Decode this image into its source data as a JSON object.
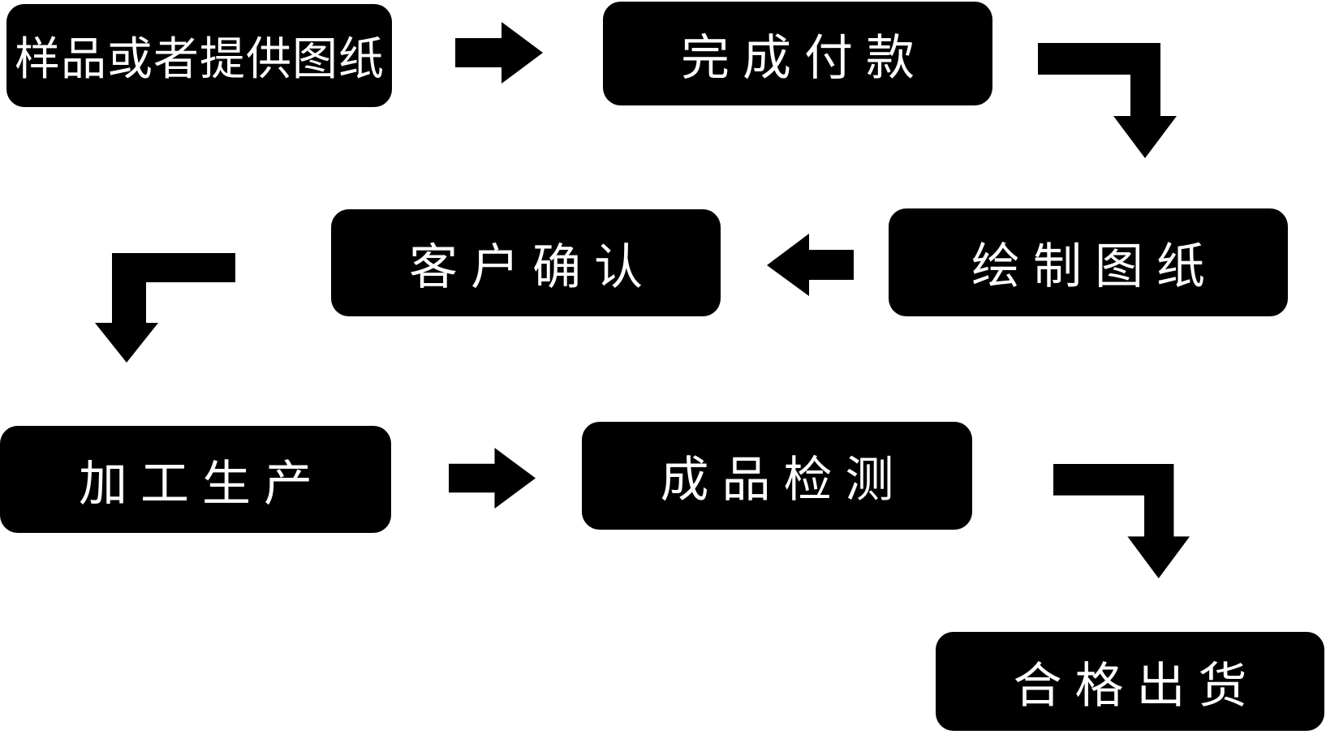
{
  "flow": {
    "steps": [
      {
        "label": "样品或者提供图纸"
      },
      {
        "label": "完成付款"
      },
      {
        "label": "绘制图纸"
      },
      {
        "label": "客户确认"
      },
      {
        "label": "加工生产"
      },
      {
        "label": "成品检测"
      },
      {
        "label": "合格出货"
      }
    ],
    "connectors": [
      {
        "from": 0,
        "to": 1,
        "shape": "arrow-right"
      },
      {
        "from": 1,
        "to": 2,
        "shape": "arrow-elbow-down-right"
      },
      {
        "from": 2,
        "to": 3,
        "shape": "arrow-left"
      },
      {
        "from": 3,
        "to": 4,
        "shape": "arrow-elbow-down-left"
      },
      {
        "from": 4,
        "to": 5,
        "shape": "arrow-right"
      },
      {
        "from": 5,
        "to": 6,
        "shape": "arrow-elbow-down-right"
      }
    ],
    "colors": {
      "box_background": "#000000",
      "box_text": "#ffffff",
      "arrow": "#000000",
      "canvas_background": "#ffffff"
    }
  }
}
